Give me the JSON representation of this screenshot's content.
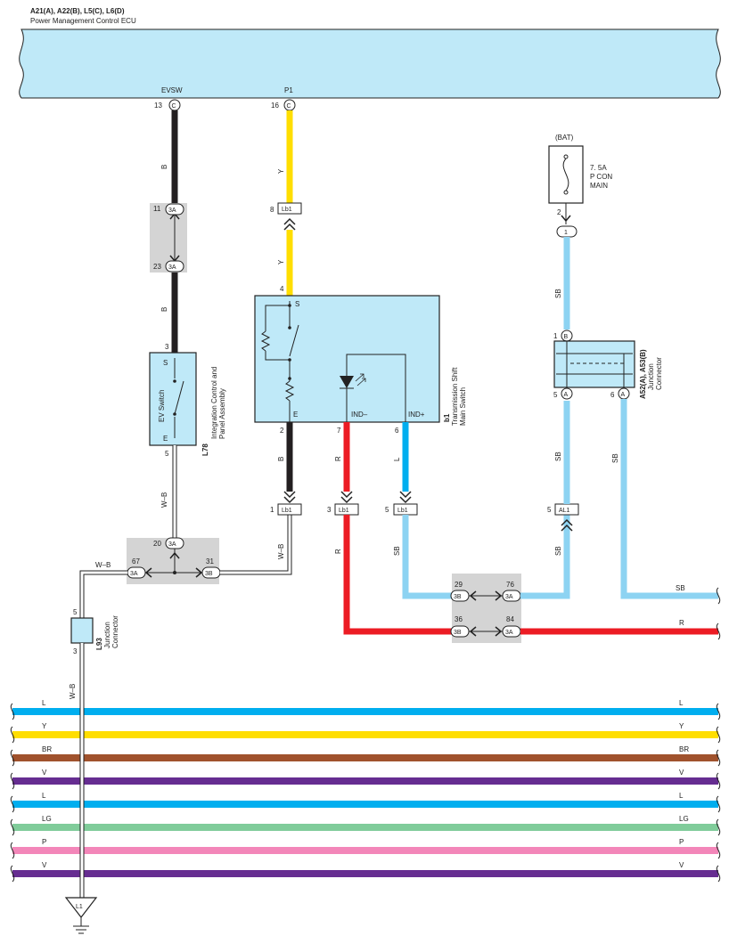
{
  "ecu": {
    "codes": "A21(A), A22(B), L5(C), L6(D)",
    "name": "Power Management Control ECU",
    "pins": [
      {
        "num": "13",
        "letter": "C",
        "signal": "EVSW"
      },
      {
        "num": "16",
        "letter": "C",
        "signal": "P1"
      }
    ]
  },
  "fuse": {
    "supply": "(BAT)",
    "rating": "7. 5A",
    "name1": "P CON",
    "name2": "MAIN",
    "pin_out": "2",
    "conn": "1"
  },
  "ev_switch": {
    "code": "L78",
    "desc1": "Integration Control and",
    "desc2": "Panel Assembly",
    "name": "EV Switch",
    "pin_s": "3",
    "pin_e": "5",
    "term_s": "S",
    "term_e": "E"
  },
  "shift_switch": {
    "code": "b1",
    "desc1": "Transmission Shift",
    "desc2": "Main Switch",
    "pins": {
      "s": "4",
      "e": "2",
      "ind_minus": "7",
      "ind_plus": "6"
    },
    "terms": {
      "s": "S",
      "e": "E",
      "ind_minus": "IND–",
      "ind_plus": "IND+"
    }
  },
  "junction_a52": {
    "code": "A52(A), A53(B)",
    "desc1": "Junction",
    "desc2": "Connector",
    "pin_top": "1",
    "conn_top": "B",
    "pin_l": "5",
    "pin_r": "6",
    "conn_l": "A",
    "conn_r": "A"
  },
  "junction_l93": {
    "code": "L93",
    "desc1": "Junction",
    "desc2": "Connector",
    "pin_top": "5",
    "pin_bot": "3"
  },
  "ground": {
    "label": "L1"
  },
  "connectors": {
    "c11": {
      "pin": "11",
      "label": "3A"
    },
    "c23": {
      "pin": "23",
      "label": "3A"
    },
    "c20": {
      "pin": "20",
      "label": "3A"
    },
    "c67": {
      "pin": "67",
      "label": "3A"
    },
    "c31": {
      "pin": "31",
      "label": "3B"
    },
    "lb1_8": {
      "pin": "8",
      "label": "Lb1"
    },
    "lb1_1": {
      "pin": "1",
      "label": "Lb1"
    },
    "lb1_3": {
      "pin": "3",
      "label": "Lb1"
    },
    "lb1_5": {
      "pin": "5",
      "label": "Lb1"
    },
    "al1": {
      "pin": "5",
      "label": "AL1"
    },
    "c29": {
      "pin": "29",
      "label": "3B"
    },
    "c76": {
      "pin": "76",
      "label": "3A"
    },
    "c36": {
      "pin": "36",
      "label": "3B"
    },
    "c84": {
      "pin": "84",
      "label": "3A"
    }
  },
  "wire_labels": {
    "b": "B",
    "y": "Y",
    "wb": "W–B",
    "r": "R",
    "l": "L",
    "sb": "SB"
  },
  "bus": [
    {
      "label": "L",
      "color": "#00aeef"
    },
    {
      "label": "Y",
      "color": "#ffde00"
    },
    {
      "label": "BR",
      "color": "#a0522d"
    },
    {
      "label": "V",
      "color": "#662d91"
    },
    {
      "label": "L",
      "color": "#00aeef"
    },
    {
      "label": "LG",
      "color": "#80cc9a"
    },
    {
      "label": "P",
      "color": "#f386b9"
    },
    {
      "label": "V",
      "color": "#662d91"
    }
  ],
  "right_wires": [
    {
      "label": "SB",
      "color": "#8dd3f2"
    },
    {
      "label": "R",
      "color": "#ec1c24"
    }
  ],
  "colors": {
    "ecu_fill": "#bfe9f8",
    "black": "#231f20",
    "yellow": "#ffde00",
    "red": "#ec1c24",
    "blue": "#00aeef",
    "sky": "#8dd3f2",
    "gray_box": "#d4d4d4"
  }
}
